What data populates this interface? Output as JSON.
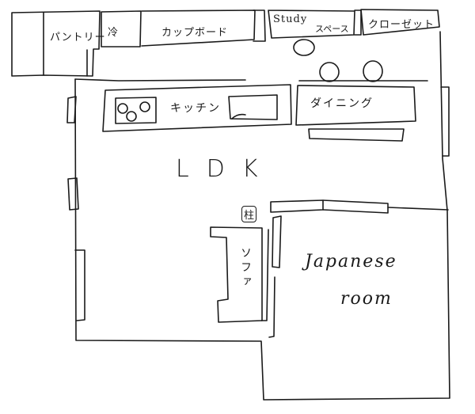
{
  "plan": {
    "title": "LDK",
    "top_row": [
      {
        "id": "pantry",
        "label": "パントリー"
      },
      {
        "id": "fridge",
        "label": "冷"
      },
      {
        "id": "cupboard",
        "label": "カップボード"
      },
      {
        "id": "study",
        "label_en": "Study",
        "label_ja": "スペース"
      },
      {
        "id": "closet",
        "label": "クローゼット"
      }
    ],
    "kitchen": {
      "label": "キッチン",
      "stove_burners": 3
    },
    "dining": {
      "label": "ダイニング",
      "chairs": 3
    },
    "pillar": {
      "label": "柱"
    },
    "sofa": {
      "label": "ソファ"
    },
    "japanese_room": {
      "line1": "Japanese",
      "line2": "room"
    },
    "colors": {
      "ink": "#1a1a1a",
      "paper": "#ffffff"
    }
  }
}
